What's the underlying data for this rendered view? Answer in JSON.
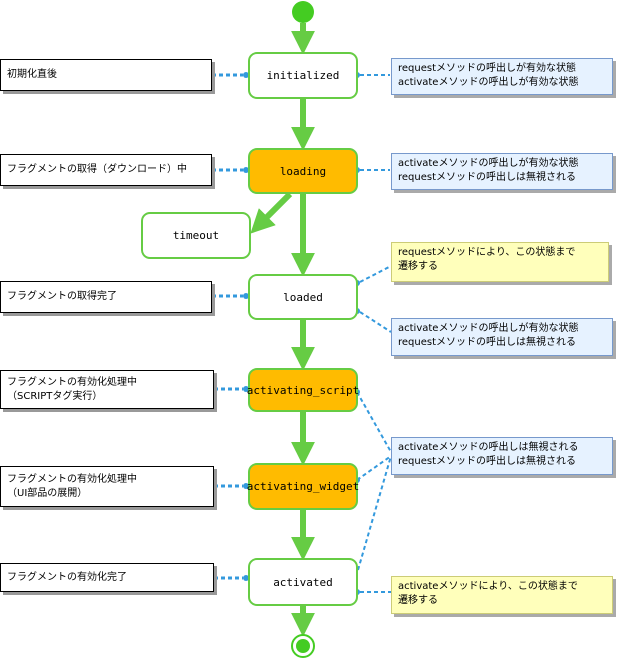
{
  "colors": {
    "state_border": "#66cc44",
    "active_state_fill": "#ffbb00",
    "transition_arrow": "#66cc44",
    "connector": "#3399dd",
    "info_note_fill": "#e6f2ff",
    "highlight_note_fill": "#ffffbb"
  },
  "states": {
    "initialized": "initialized",
    "loading": "loading",
    "timeout": "timeout",
    "loaded": "loaded",
    "activating_script": "activating_script",
    "activating_widget": "activating_widget",
    "activated": "activated"
  },
  "left_notes": {
    "initialized": [
      "初期化直後"
    ],
    "loading": [
      "フラグメントの取得（ダウンロード）中"
    ],
    "loaded": [
      "フラグメントの取得完了"
    ],
    "activating_script": [
      "フラグメントの有効化処理中",
      "（SCRIPTタグ実行）"
    ],
    "activating_widget": [
      "フラグメントの有効化処理中",
      "（UI部品の展開）"
    ],
    "activated": [
      "フラグメントの有効化完了"
    ]
  },
  "right_notes": {
    "initialized": [
      "requestメソッドの呼出しが有効な状態",
      "activateメソッドの呼出しが有効な状態"
    ],
    "loading": [
      "activateメソッドの呼出しが有効な状態",
      "requestメソッドの呼出しは無視される"
    ],
    "loaded_yellow": [
      "requestメソッドにより、この状態まで",
      "遷移する"
    ],
    "loaded_blue": [
      "activateメソッドの呼出しが有効な状態",
      "requestメソッドの呼出しは無視される"
    ],
    "activating": [
      "activateメソッドの呼出しは無視される",
      "requestメソッドの呼出しは無視される"
    ],
    "activated_yellow": [
      "activateメソッドにより、この状態まで",
      "遷移する"
    ]
  }
}
